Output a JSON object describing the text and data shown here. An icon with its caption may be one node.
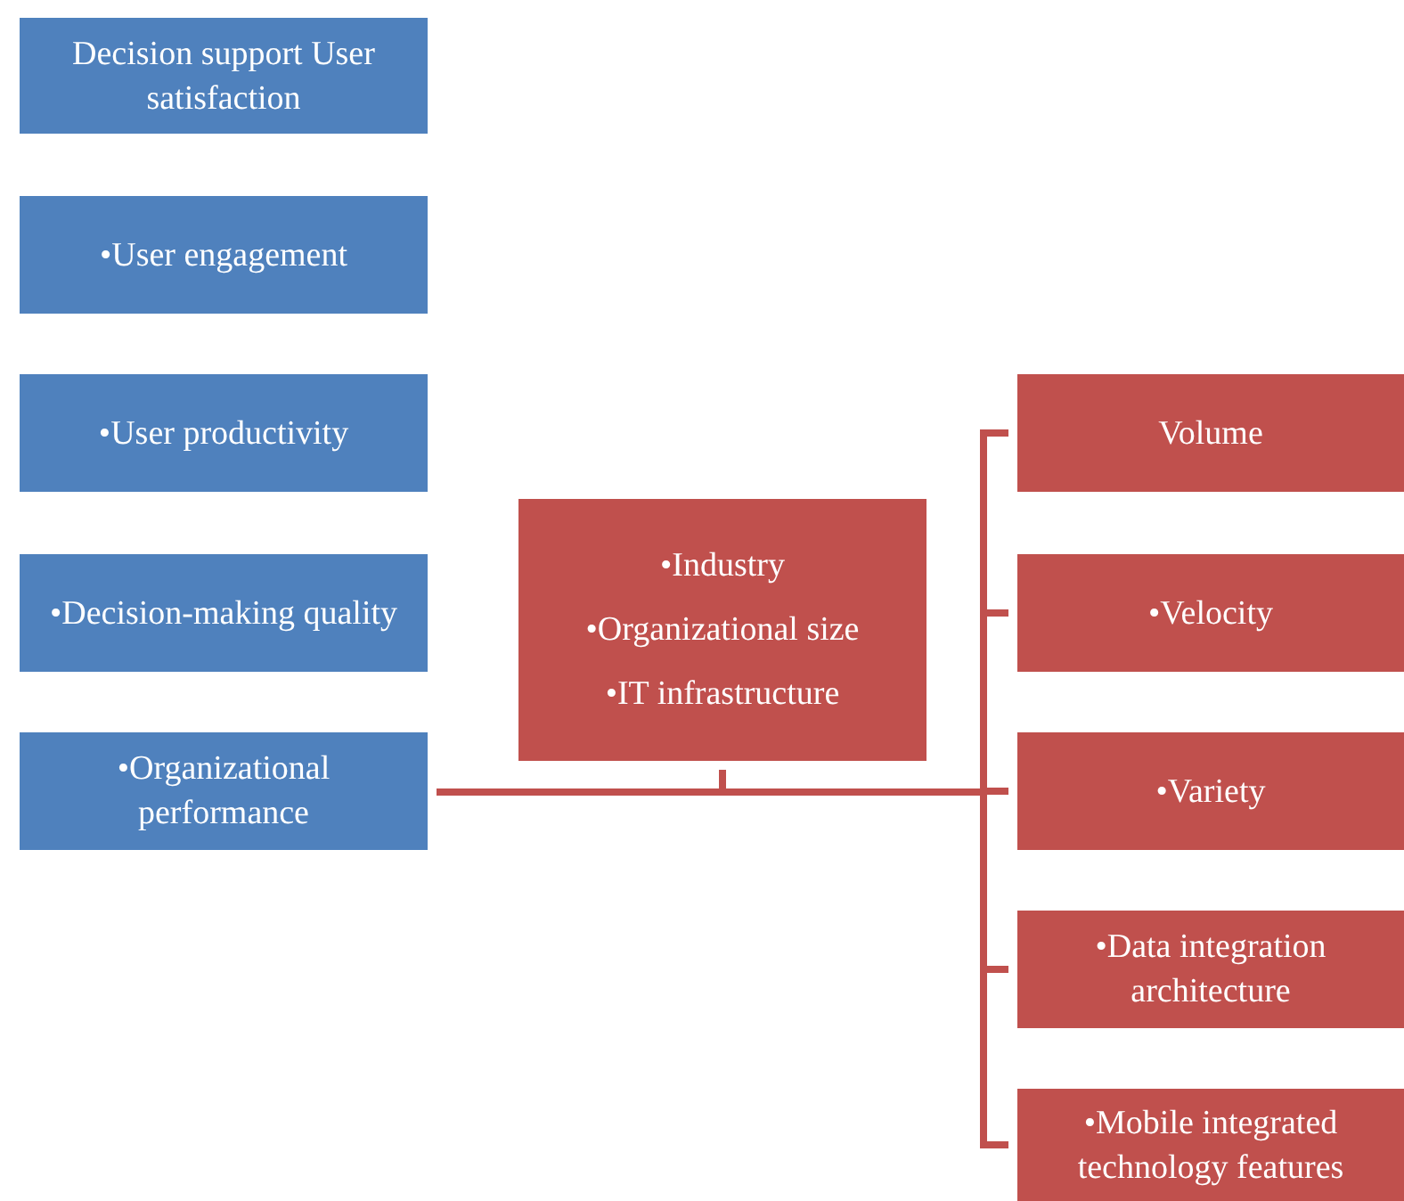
{
  "diagram": {
    "nodes": [
      {
        "text": [
          "Decision support User satisfaction"
        ]
      },
      {
        "text": [
          "•User engagement"
        ]
      },
      {
        "text": [
          "•User productivity"
        ]
      },
      {
        "text": [
          "•Decision-making quality"
        ]
      },
      {
        "text": [
          "•Organizational performance"
        ]
      },
      {
        "text": [
          "•Industry",
          "•Organizational size",
          "•IT infrastructure"
        ]
      },
      {
        "text": [
          "Volume"
        ]
      },
      {
        "text": [
          "•Velocity"
        ]
      },
      {
        "text": [
          "•Variety"
        ]
      },
      {
        "text": [
          "•Data integration architecture"
        ]
      },
      {
        "text": [
          "•Mobile integrated technology features"
        ]
      }
    ],
    "edges": [
      {
        "from": 4,
        "to": 6,
        "arrow": "none"
      },
      {
        "from": 4,
        "to": 7,
        "arrow": "none"
      },
      {
        "from": 4,
        "to": 8,
        "arrow": "none"
      },
      {
        "from": 4,
        "to": 9,
        "arrow": "none"
      },
      {
        "from": 4,
        "to": 10,
        "arrow": "none"
      },
      {
        "from": 5,
        "to": null,
        "arrow": "none"
      }
    ]
  }
}
